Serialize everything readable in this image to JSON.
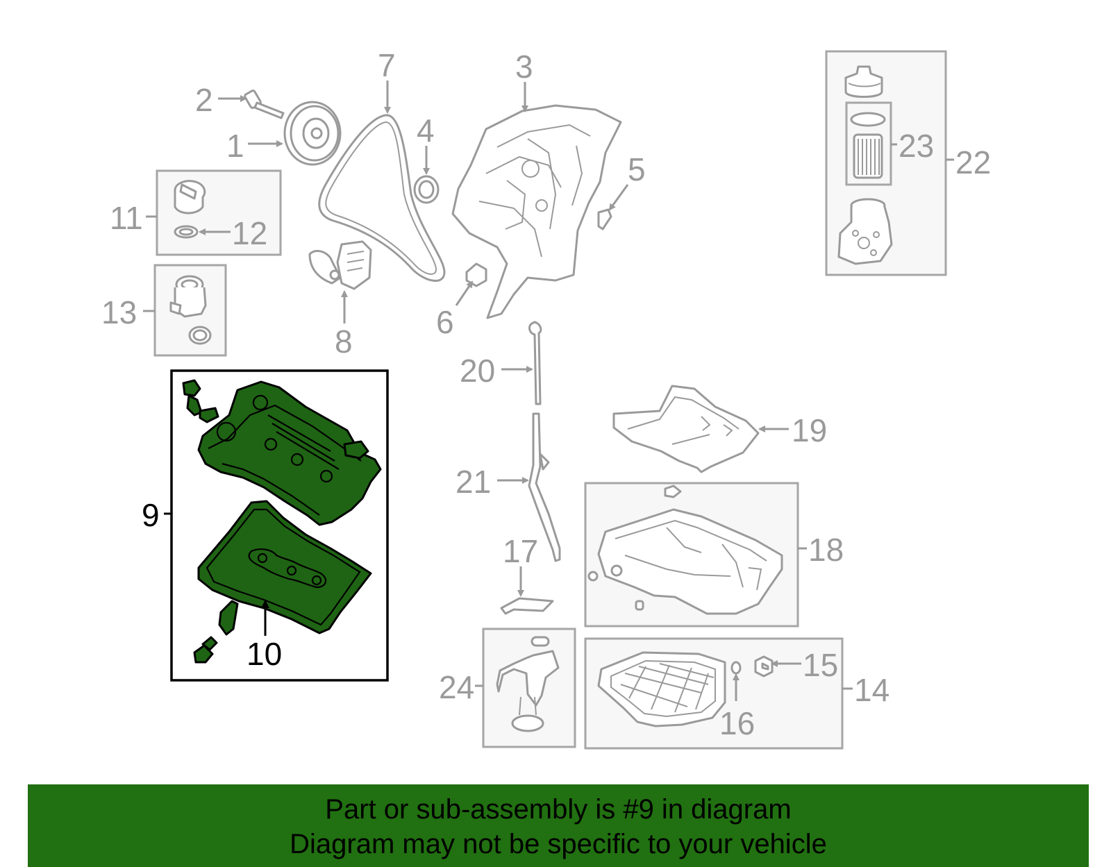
{
  "callouts": {
    "c1": "1",
    "c2": "2",
    "c3": "3",
    "c4": "4",
    "c5": "5",
    "c6": "6",
    "c7": "7",
    "c8": "8",
    "c9": "9",
    "c10": "10",
    "c11": "11",
    "c12": "12",
    "c13": "13",
    "c14": "14",
    "c15": "15",
    "c16": "16",
    "c17": "17",
    "c18": "18",
    "c19": "19",
    "c20": "20",
    "c21": "21",
    "c22": "22",
    "c23": "23",
    "c24": "24"
  },
  "highlighted_part": "9",
  "colors": {
    "highlight_fill": "#1f6414",
    "banner": "#217011",
    "line_gray": "#9a9a9a"
  },
  "banner": {
    "line1": "Part or sub-assembly is #9 in diagram",
    "line2": "Diagram may not be specific to your vehicle"
  }
}
